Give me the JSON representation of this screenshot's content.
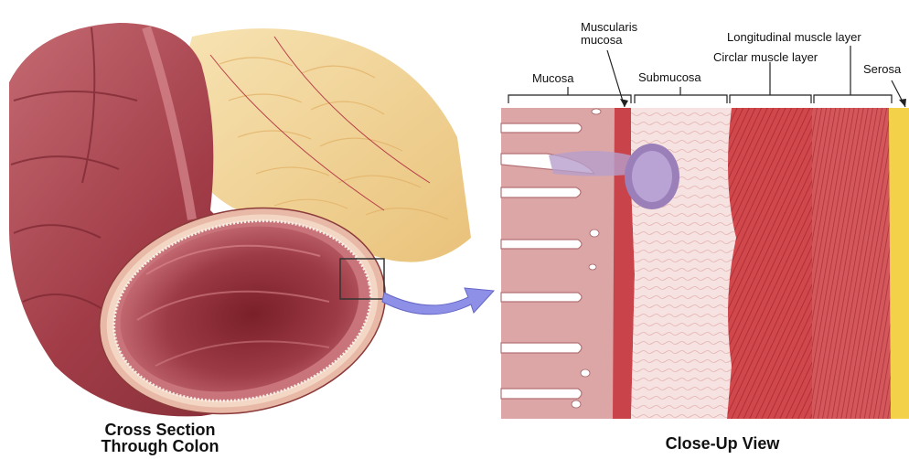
{
  "illustration": {
    "left_caption": [
      "Cross Section",
      "Through Colon"
    ],
    "right_caption": "Close-Up View",
    "layers": [
      {
        "id": "mucosa",
        "label": "Mucosa"
      },
      {
        "id": "muscularis-mucosa",
        "label": "Muscularis mucosa"
      },
      {
        "id": "submucosa",
        "label": "Submucosa"
      },
      {
        "id": "circular-muscle",
        "label": "Circlar muscle layer"
      },
      {
        "id": "longitudinal-muscle",
        "label": "Longitudinal muscle layer"
      },
      {
        "id": "serosa",
        "label": "Serosa"
      }
    ],
    "labels": {
      "muscularis_line1": "Muscularis",
      "muscularis_line2": "mucosa"
    },
    "colors": {
      "mucosa_fill": "#d49a9c",
      "submucosa_fill": "#f4dcdc",
      "muscle_fill": "#cf3f44",
      "serosa_fill": "#f3d24a",
      "nodule_fill": "#9a7fb8",
      "arrow_fill": "#8e90e8",
      "fat_fill": "#f3d79c",
      "colon_fill": "#a13c47"
    }
  }
}
